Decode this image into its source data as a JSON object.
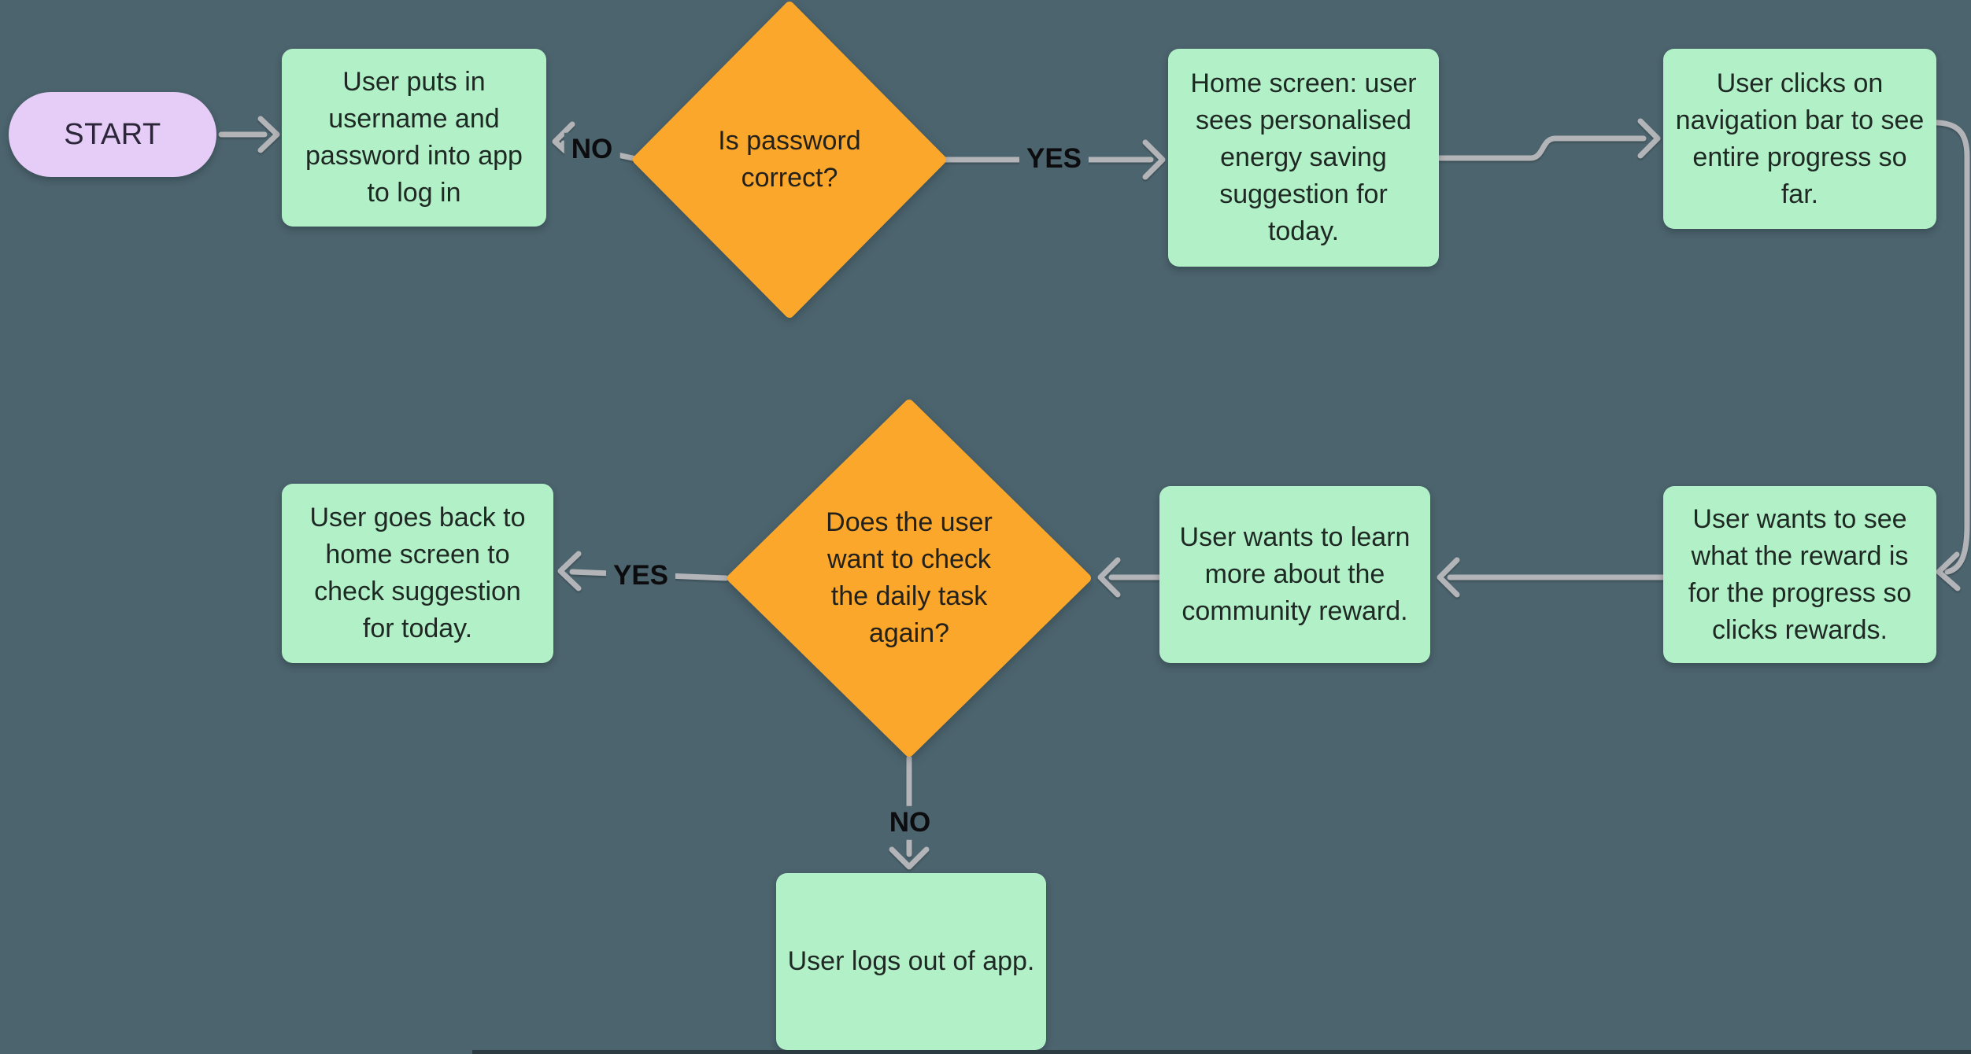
{
  "flowchart": {
    "colors": {
      "background": "#4C646E",
      "process_fill": "#B2F1C8",
      "decision_fill": "#FBA72B",
      "terminator_fill": "#E6CDF7",
      "connector": "#B3B4B7",
      "text": "#1F2924",
      "decision_text": "#23211A",
      "terminator_text": "#2B2638",
      "label_text": "#0C0C0E",
      "bottom_edge": "#2C3A42"
    },
    "nodes": {
      "start": {
        "label": "START"
      },
      "login": {
        "text": "User puts in\nusername and\npassword into app\nto log in"
      },
      "password_check": {
        "text": "Is password\ncorrect?"
      },
      "home": {
        "text": "Home screen: user\nsees personalised\nenergy saving\nsuggestion for\ntoday."
      },
      "nav_progress": {
        "text": "User clicks on\nnavigation bar to see\nentire progress so\nfar."
      },
      "rewards": {
        "text": "User wants to see\nwhat the reward is\nfor the progress so\nclicks rewards."
      },
      "community_reward": {
        "text": "User wants to learn\nmore about the\ncommunity reward."
      },
      "daily_task_check": {
        "text": "Does the user\nwant to check\nthe daily task\nagain?"
      },
      "back_home": {
        "text": "User goes back to\nhome screen to\ncheck suggestion\nfor today."
      },
      "logout": {
        "text": "User logs out of app."
      }
    },
    "edge_labels": {
      "password_no": "NO",
      "password_yes": "YES",
      "daily_yes": "YES",
      "daily_no": "NO"
    }
  }
}
